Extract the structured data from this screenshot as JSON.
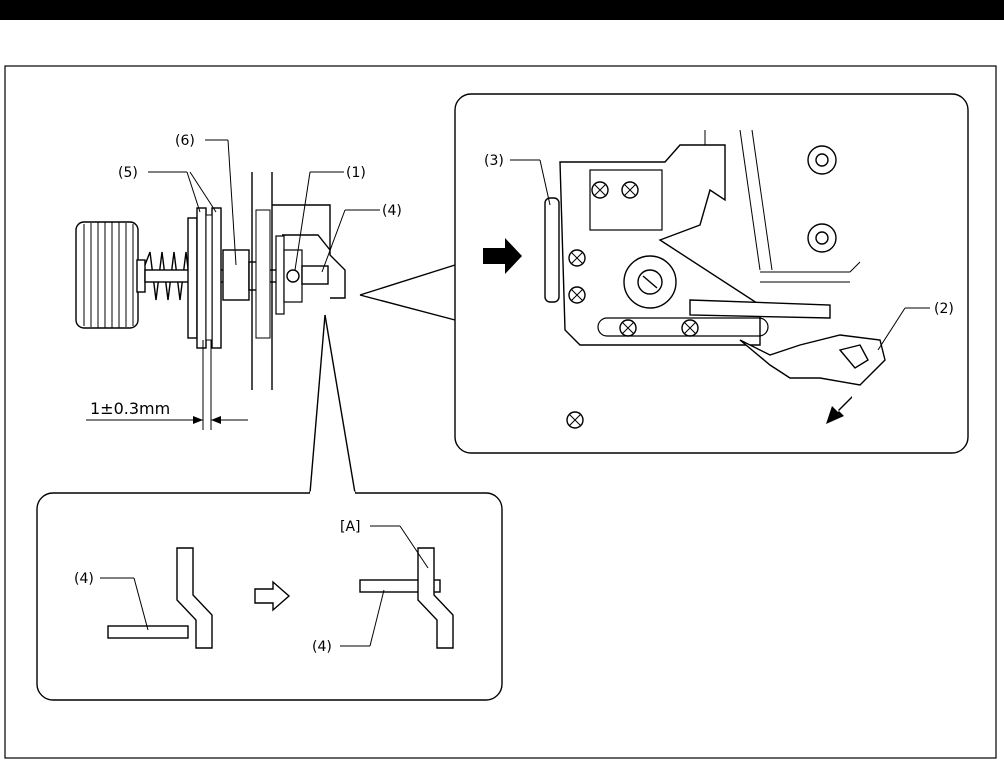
{
  "header": {
    "bar_color": "#000000"
  },
  "left_diagram": {
    "labels": {
      "p6": "(6)",
      "p5": "(5)",
      "p1": "(1)",
      "p4": "(4)"
    },
    "dimension": "1±0.3mm"
  },
  "right_diagram": {
    "labels": {
      "p3": "(3)",
      "p2": "(2)"
    },
    "icons": [
      "push-arrow-icon",
      "pull-arrow-icon"
    ]
  },
  "bottom_diagram": {
    "labels": {
      "before_p4": "(4)",
      "after_a": "[A]",
      "after_p4": "(4)"
    },
    "icons": [
      "transition-arrow-icon"
    ]
  }
}
